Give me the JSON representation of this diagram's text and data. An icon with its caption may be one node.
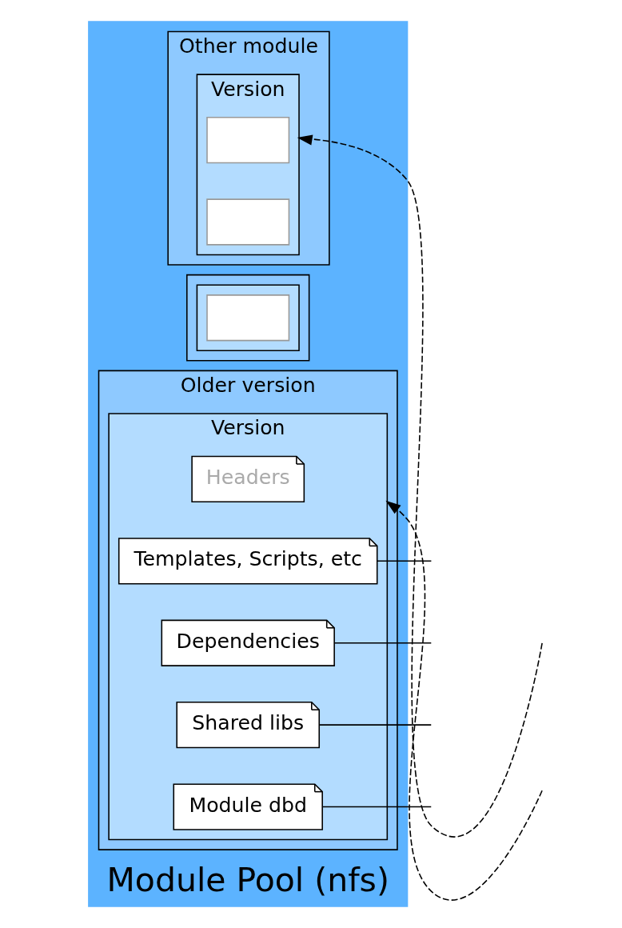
{
  "diagram": {
    "nodes": [
      {
        "text": [
          "Module Pool (nfs)"
        ]
      },
      {
        "text": [
          "Other module"
        ],
        "in": 0
      },
      {
        "text": [
          "Version"
        ],
        "in": 1
      },
      {
        "text": [],
        "shape": "box",
        "in": 2
      },
      {
        "text": [],
        "shape": "box",
        "in": 2
      },
      {
        "text": [],
        "shape": "box",
        "in": 0
      },
      {
        "text": [],
        "shape": "box",
        "in": 5
      },
      {
        "text": [],
        "shape": "box",
        "in": 6
      },
      {
        "text": [
          "Older version"
        ],
        "in": 0
      },
      {
        "text": [
          "Version"
        ],
        "in": 8
      },
      {
        "text": [
          "Headers"
        ],
        "in": 9
      },
      {
        "text": [
          "Templates, Scripts, etc"
        ],
        "in": 9
      },
      {
        "text": [
          "Dependencies"
        ],
        "in": 9
      },
      {
        "text": [
          "Shared libs"
        ],
        "in": 9
      },
      {
        "text": [
          "Module dbd"
        ],
        "in": 9
      }
    ],
    "edges": [
      {
        "from": null,
        "to": 2,
        "arrow": "to",
        "style": "dashed"
      },
      {
        "from": null,
        "to": 9,
        "arrow": "to",
        "style": "dashed"
      },
      {
        "from": 12,
        "to": null,
        "arrow": "none"
      },
      {
        "from": 13,
        "to": null,
        "arrow": "none"
      },
      {
        "from": 14,
        "to": null,
        "arrow": "none"
      },
      {
        "from": 11,
        "to": null,
        "arrow": "none"
      }
    ]
  }
}
